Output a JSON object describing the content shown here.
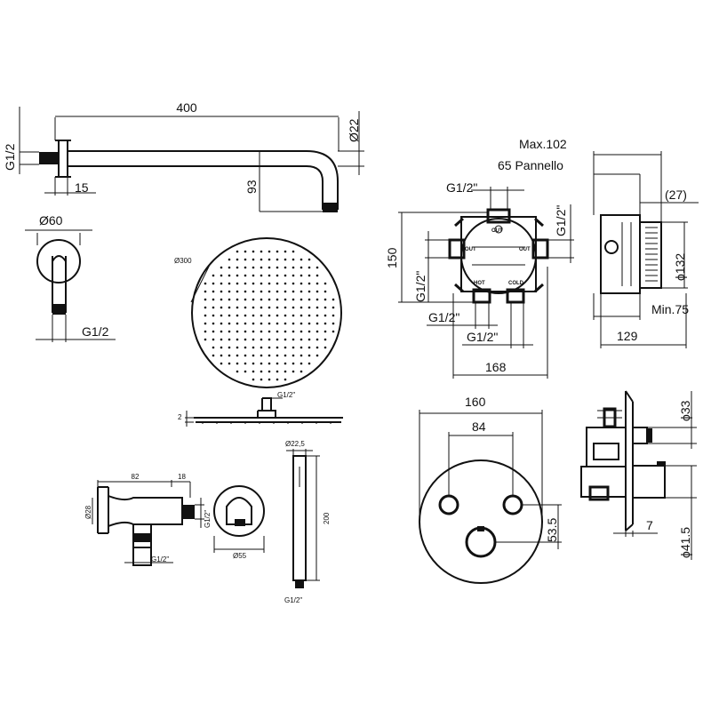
{
  "labels": {
    "arm_length": "400",
    "arm_diameter": "Ø22",
    "arm_thread": "G1/2",
    "arm_wall": "15",
    "arm_drop": "93",
    "flange_diameter": "Ø60",
    "flange_thread": "G1/2",
    "head_diameter": "Ø300",
    "head_thread": "G1/2\"",
    "head_thickness": "2",
    "outlet_width": "82",
    "outlet_end": "18",
    "outlet_dia": "Ø28",
    "outlet_thread_side": "G1/2\"",
    "outlet_thread_bottom": "G1/2\"",
    "holder_dia": "Ø55",
    "hand_dia": "Ø22,5",
    "hand_length": "200",
    "hand_thread": "G1/2\"",
    "box_max": "Max.102",
    "box_panel": "65 Pannello",
    "box_27": "(27)",
    "box_top_thread": "G1/2\"",
    "box_right_thread": "G1/2\"",
    "box_150": "150",
    "box_left_thread": "G1/2\"",
    "box_bottom_thread_1": "G1/2\"",
    "box_bottom_thread_2": "G1/2\"",
    "box_168": "168",
    "box_dia132": "ϕ132",
    "box_min": "Min.75",
    "box_129": "129",
    "box_out_top": "OUT",
    "box_out_left": "OUT",
    "box_out_right": "OUT",
    "box_hot": "HOT",
    "box_cold": "COLD",
    "plate_160": "160",
    "plate_84": "84",
    "plate_53": "53.5",
    "side_33": "ϕ33",
    "side_7": "7",
    "side_41": "ϕ41.5"
  }
}
